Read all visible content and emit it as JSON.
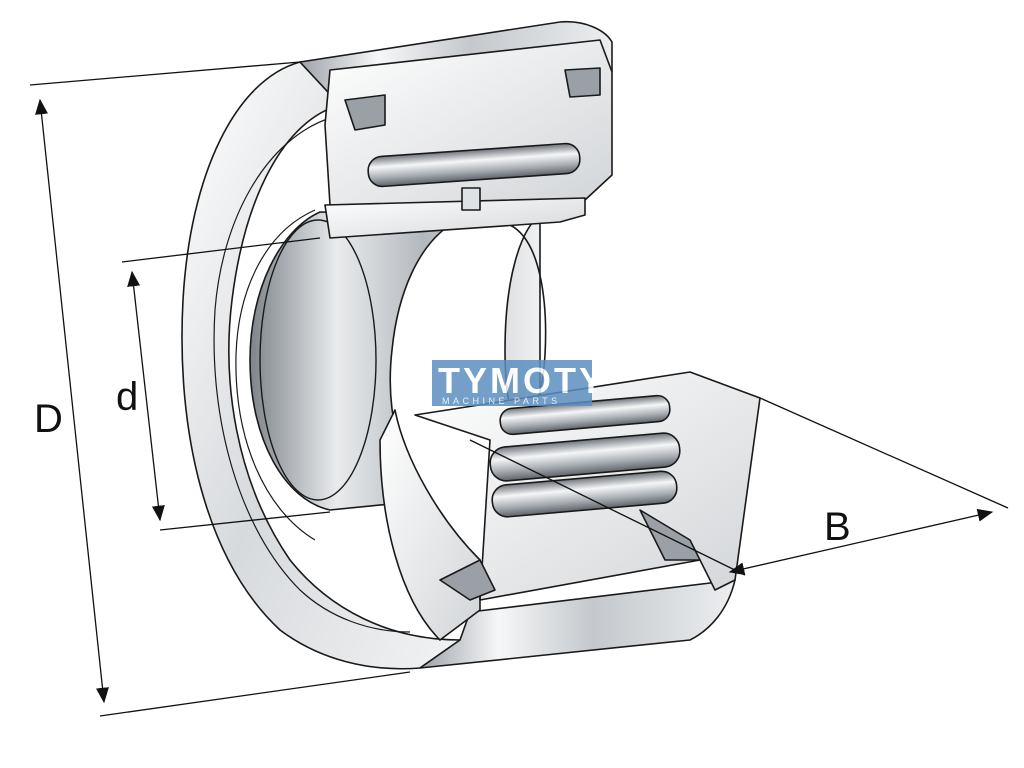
{
  "diagram": {
    "labels": {
      "outer_diameter": "D",
      "bore_diameter": "d",
      "width": "B"
    }
  },
  "watermark": {
    "brand": "TYMOTY",
    "tagline": "MACHINE PARTS"
  },
  "colors": {
    "steel_light": "#f4f5f6",
    "steel_mid": "#c9ccd0",
    "steel_dark": "#8a8f95",
    "outline": "#1a1a1a",
    "dimension_line": "#111111",
    "watermark_bg": "#5b8fbf"
  }
}
